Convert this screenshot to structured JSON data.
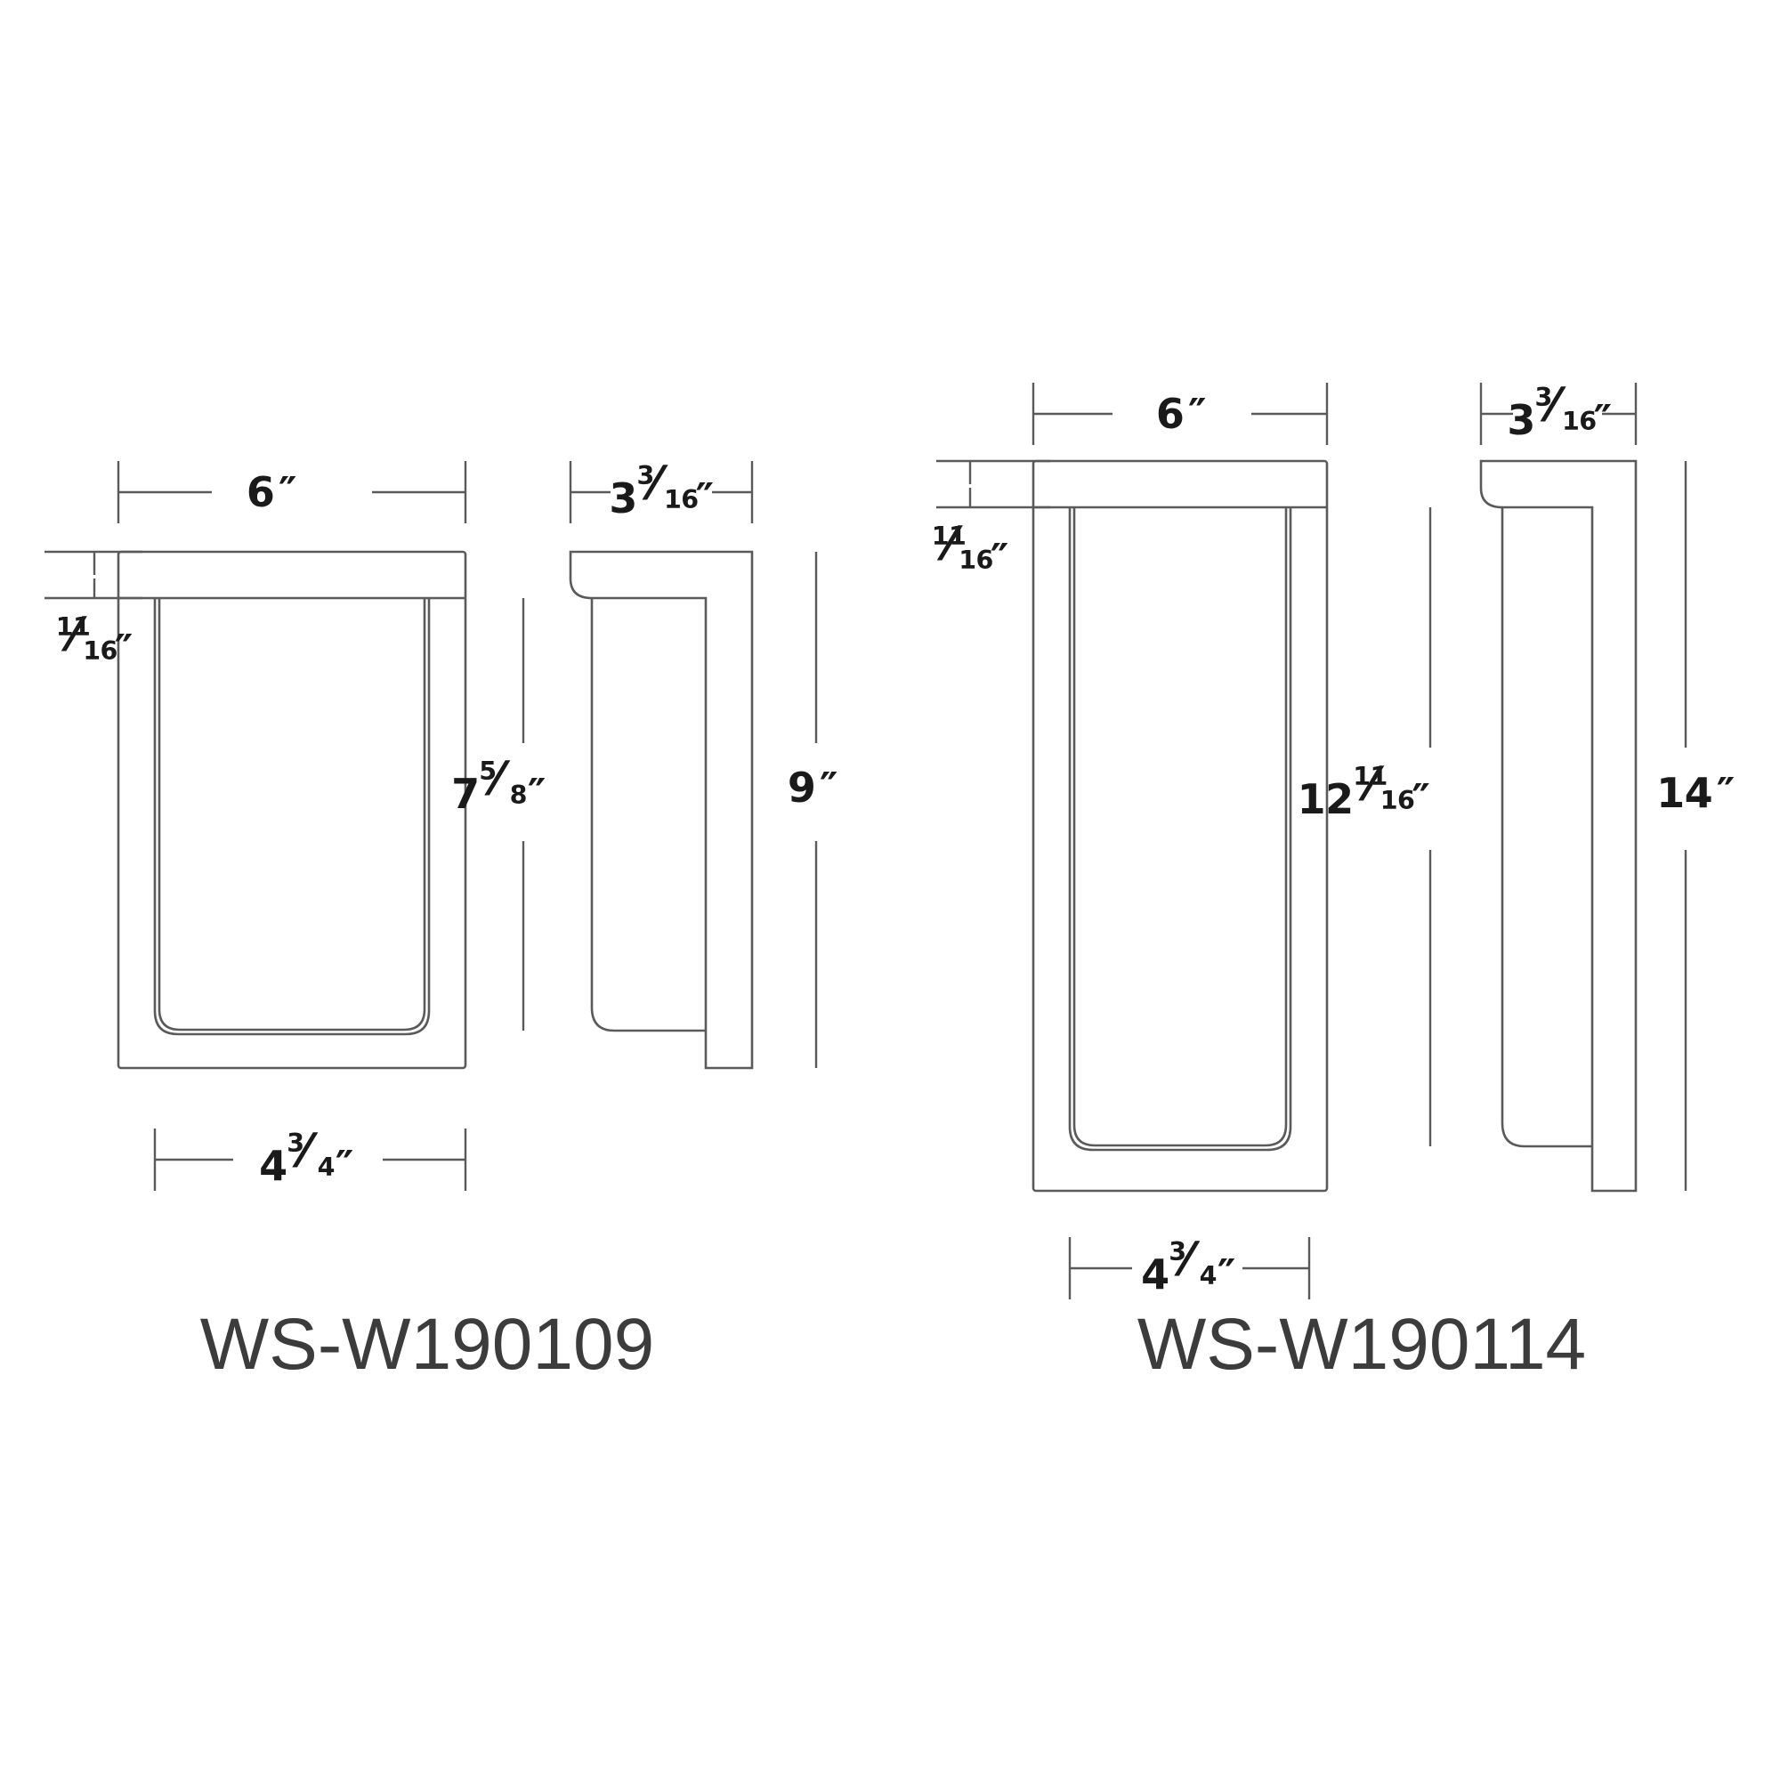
{
  "page": {
    "type": "product-dimension-drawing",
    "background_color": "#ffffff",
    "line_color": "#5a5a5a",
    "text_color": "#1a1a1a",
    "model_label_color": "#3c3c3c"
  },
  "products": [
    {
      "id": "left",
      "model": "WS-W190109",
      "views": [
        "front",
        "side"
      ],
      "dimensions": {
        "width": {
          "label": "6″",
          "whole": "6",
          "fraction": null,
          "unit": "″",
          "position": "top",
          "view": "front"
        },
        "cap_height": {
          "label": "11/16″",
          "whole": "",
          "numerator": "11",
          "denominator": "16",
          "unit": "″",
          "position": "left",
          "view": "front"
        },
        "depth": {
          "label": "3 3/16″",
          "whole": "3",
          "numerator": "3",
          "denominator": "16",
          "unit": "″",
          "position": "top",
          "view": "side"
        },
        "inner_height": {
          "label": "7 5/8″",
          "whole": "7",
          "numerator": "5",
          "denominator": "8",
          "unit": "″",
          "position": "middle",
          "view": "front"
        },
        "overall_height": {
          "label": "9″",
          "whole": "9",
          "fraction": null,
          "unit": "″",
          "position": "right",
          "view": "side"
        },
        "inner_width": {
          "label": "4 3/4″",
          "whole": "4",
          "numerator": "3",
          "denominator": "4",
          "unit": "″",
          "position": "bottom",
          "view": "front"
        }
      }
    },
    {
      "id": "right",
      "model": "WS-W190114",
      "views": [
        "front",
        "side"
      ],
      "dimensions": {
        "width": {
          "label": "6″",
          "whole": "6",
          "fraction": null,
          "unit": "″",
          "position": "top",
          "view": "front"
        },
        "cap_height": {
          "label": "11/16″",
          "whole": "",
          "numerator": "11",
          "denominator": "16",
          "unit": "″",
          "position": "left",
          "view": "front"
        },
        "depth": {
          "label": "3 3/16″",
          "whole": "3",
          "numerator": "3",
          "denominator": "16",
          "unit": "″",
          "position": "top",
          "view": "side"
        },
        "inner_height": {
          "label": "12 11/16″",
          "whole": "12",
          "numerator": "11",
          "denominator": "16",
          "unit": "″",
          "position": "middle",
          "view": "front"
        },
        "overall_height": {
          "label": "14″",
          "whole": "14",
          "fraction": null,
          "unit": "″",
          "position": "right",
          "view": "side"
        },
        "inner_width": {
          "label": "4 3/4″",
          "whole": "4",
          "numerator": "3",
          "denominator": "4",
          "unit": "″",
          "position": "bottom",
          "view": "front"
        }
      }
    }
  ],
  "text": {
    "left_width": "6",
    "left_width_unit": "″",
    "left_cap_num": "11",
    "left_cap_den": "16",
    "left_cap_unit": "″",
    "left_depth_whole": "3",
    "left_depth_num": "3",
    "left_depth_den": "16",
    "left_depth_unit": "″",
    "left_inner_height_whole": "7",
    "left_inner_height_num": "5",
    "left_inner_height_den": "8",
    "left_inner_height_unit": "″",
    "left_overall_height": "9",
    "left_overall_height_unit": "″",
    "left_inner_width_whole": "4",
    "left_inner_width_num": "3",
    "left_inner_width_den": "4",
    "left_inner_width_unit": "″",
    "left_model": "WS-W190109",
    "right_width": "6",
    "right_width_unit": "″",
    "right_cap_num": "11",
    "right_cap_den": "16",
    "right_cap_unit": "″",
    "right_depth_whole": "3",
    "right_depth_num": "3",
    "right_depth_den": "16",
    "right_depth_unit": "″",
    "right_inner_height_whole": "12",
    "right_inner_height_num": "11",
    "right_inner_height_den": "16",
    "right_inner_height_unit": "″",
    "right_overall_height": "14",
    "right_overall_height_unit": "″",
    "right_inner_width_whole": "4",
    "right_inner_width_num": "3",
    "right_inner_width_den": "4",
    "right_inner_width_unit": "″",
    "right_model": "WS-W190114",
    "slash": "⁄"
  }
}
